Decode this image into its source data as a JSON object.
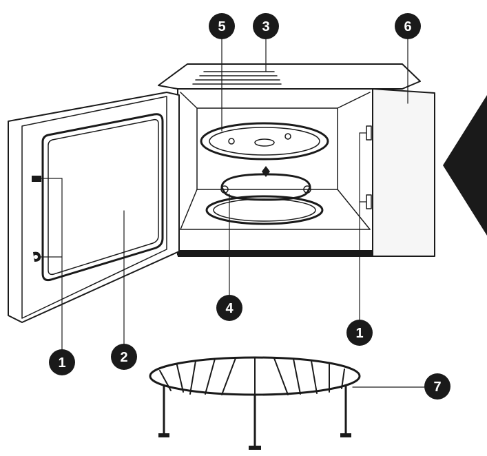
{
  "colors": {
    "ink": "#1a1a1a",
    "badge_fill": "#1a1a1a",
    "badge_text": "#ffffff",
    "paper": "#ffffff",
    "panel_fill": "#f6f6f6"
  },
  "callouts": {
    "door_latch_left": "1",
    "door_window": "2",
    "waveguide_cover": "3",
    "roller_ring": "4",
    "glass_tray": "5",
    "control_panel": "6",
    "grill_rack": "7",
    "door_latch_right": "1"
  },
  "icons": {
    "arrow": "triangle-arrow-left-icon"
  }
}
